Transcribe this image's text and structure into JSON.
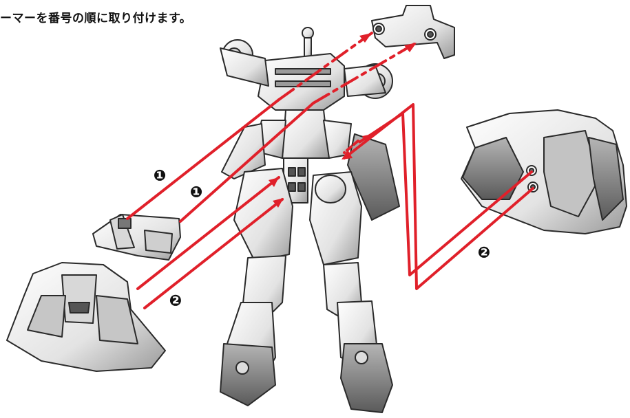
{
  "instruction": {
    "text": "ーマーを番号の順に取り付けます。"
  },
  "steps": {
    "step1": "❶",
    "step2": "❷"
  },
  "colors": {
    "guide_line": "#e0202a",
    "part_fill": "#eeeeee",
    "part_stroke": "#2a2a2a",
    "part_shadow": "#8a8a8a",
    "marker": "#111111"
  },
  "parts": {
    "robot": "robot-figure",
    "backpack": "backpack-part",
    "chest_armor": "chest-armor-part",
    "front_skirt": "front-skirt-part",
    "rear_skirt": "rear-skirt-part"
  }
}
